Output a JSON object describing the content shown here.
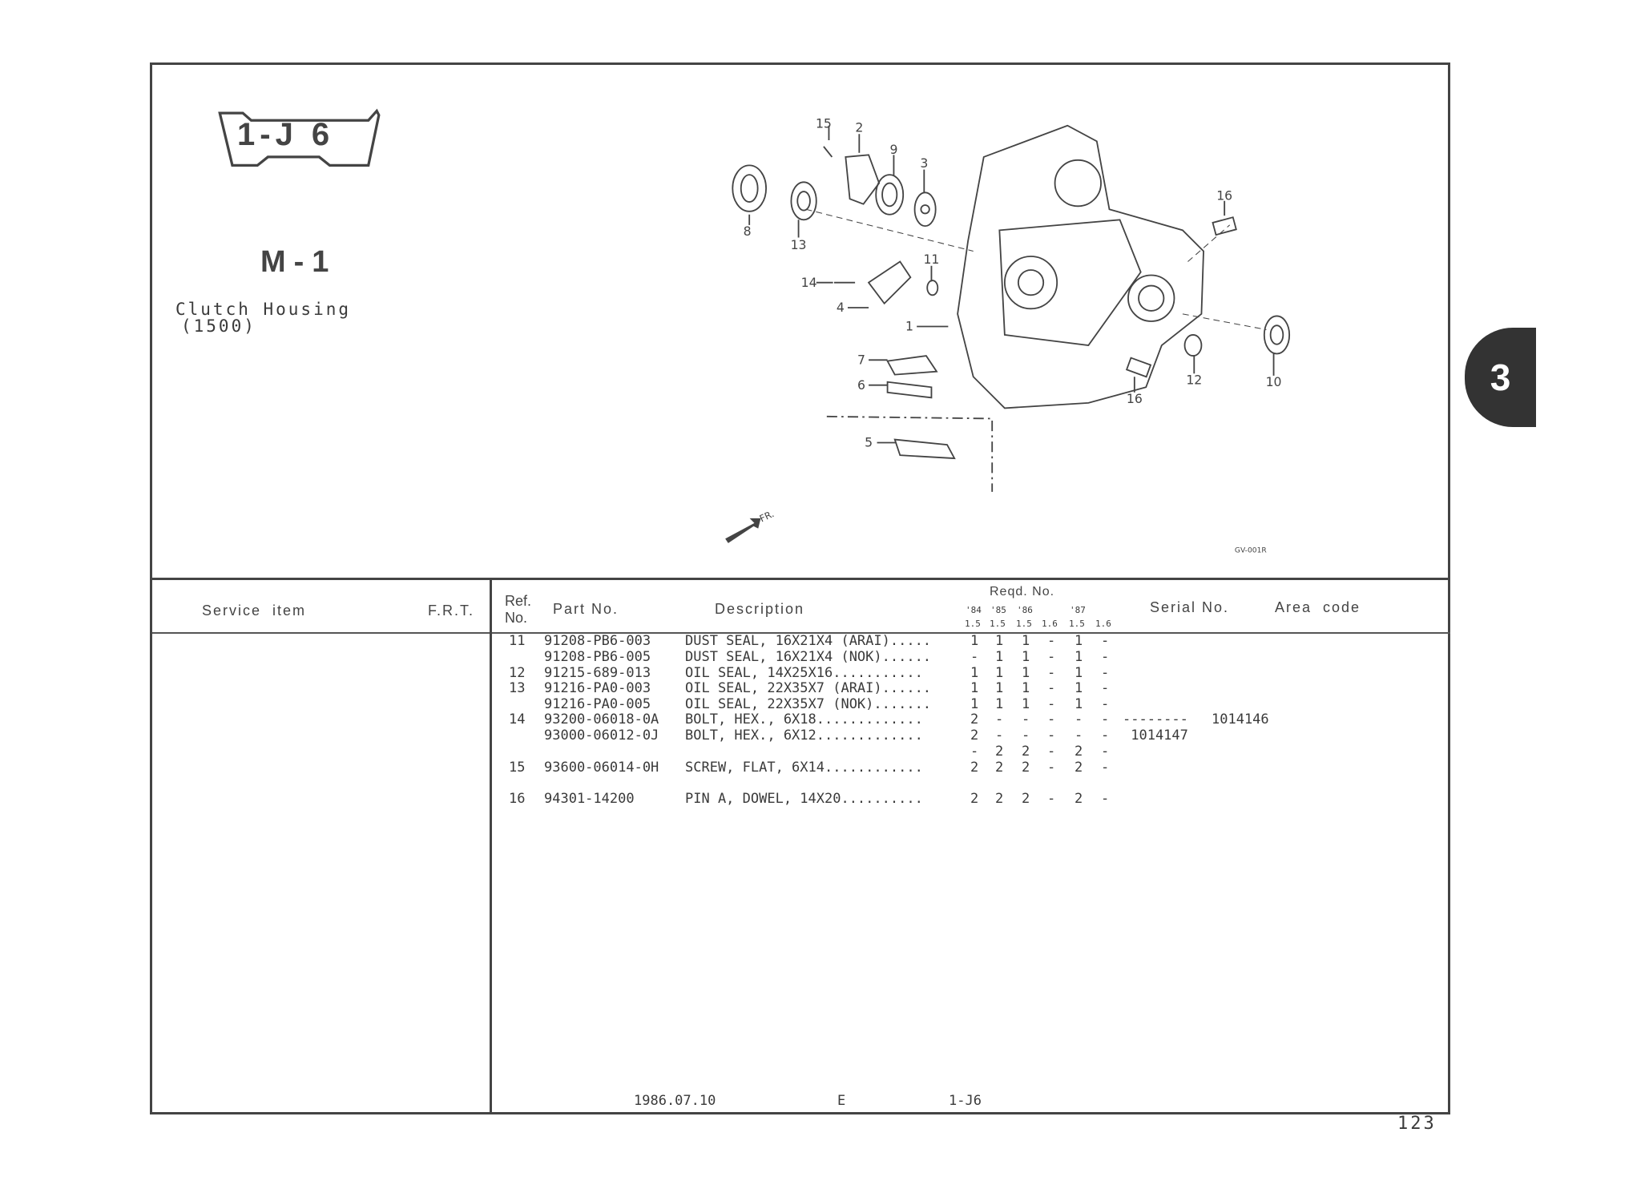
{
  "header": {
    "section_code": "1-J 6",
    "group": "M-1",
    "title": "Clutch Housing",
    "subtitle": "(1500)",
    "chapter_tab": "3"
  },
  "diagram": {
    "callouts": [
      "15",
      "2",
      "9",
      "3",
      "16",
      "8",
      "13",
      "11",
      "14",
      "4",
      "1",
      "7",
      "6",
      "12",
      "10",
      "16",
      "5"
    ],
    "front_label": "FR.",
    "figure_code": "GV-001R"
  },
  "table": {
    "headers": {
      "service_item": "Service  item",
      "frt": "F.R.T.",
      "ref": "Ref.",
      "ref2": "No.",
      "part_no": "Part No.",
      "description": "Description",
      "reqd": "Reqd. No.",
      "years": [
        "'84",
        "'85",
        "'86",
        "",
        "'87",
        ""
      ],
      "engines": [
        "1.5",
        "1.5",
        "1.5",
        "1.6",
        "1.5",
        "1.6"
      ],
      "serial": "Serial No.",
      "area": "Area  code"
    },
    "rows": [
      {
        "ref": "11",
        "part": "91208-PB6-003",
        "desc": "DUST SEAL, 16X21X4 (ARAI).....",
        "q": [
          "1",
          "1",
          "1",
          "-",
          "1",
          "-"
        ],
        "serial": "",
        "serial2": ""
      },
      {
        "ref": "",
        "part": "91208-PB6-005",
        "desc": "DUST SEAL, 16X21X4 (NOK)......",
        "q": [
          "-",
          "1",
          "1",
          "-",
          "1",
          "-"
        ],
        "serial": "",
        "serial2": ""
      },
      {
        "ref": "12",
        "part": "91215-689-013",
        "desc": "OIL SEAL, 14X25X16...........",
        "q": [
          "1",
          "1",
          "1",
          "-",
          "1",
          "-"
        ],
        "serial": "",
        "serial2": ""
      },
      {
        "ref": "13",
        "part": "91216-PA0-003",
        "desc": "OIL SEAL, 22X35X7 (ARAI)......",
        "q": [
          "1",
          "1",
          "1",
          "-",
          "1",
          "-"
        ],
        "serial": "",
        "serial2": ""
      },
      {
        "ref": "",
        "part": "91216-PA0-005",
        "desc": "OIL SEAL, 22X35X7 (NOK).......",
        "q": [
          "1",
          "1",
          "1",
          "-",
          "1",
          "-"
        ],
        "serial": "",
        "serial2": ""
      },
      {
        "ref": "14",
        "part": "93200-06018-0A",
        "desc": "BOLT, HEX., 6X18.............",
        "q": [
          "2",
          "-",
          "-",
          "-",
          "-",
          "-"
        ],
        "serial": "--------",
        "serial2": "1014146"
      },
      {
        "ref": "",
        "part": "93000-06012-0J",
        "desc": "BOLT, HEX., 6X12.............",
        "q": [
          "2",
          "-",
          "-",
          "-",
          "-",
          "-"
        ],
        "serial": " 1014147",
        "serial2": ""
      },
      {
        "ref": "",
        "part": "",
        "desc": "",
        "q": [
          "-",
          "2",
          "2",
          "-",
          "2",
          "-"
        ],
        "serial": "",
        "serial2": ""
      },
      {
        "ref": "15",
        "part": "93600-06014-0H",
        "desc": "SCREW, FLAT, 6X14............",
        "q": [
          "2",
          "2",
          "2",
          "-",
          "2",
          "-"
        ],
        "serial": "",
        "serial2": ""
      },
      {
        "ref": "16",
        "part": "94301-14200",
        "desc": "PIN A, DOWEL, 14X20..........",
        "q": [
          "2",
          "2",
          "2",
          "-",
          "2",
          "-"
        ],
        "serial": "",
        "serial2": ""
      }
    ]
  },
  "footer": {
    "date": "1986.07.10",
    "lang": "E",
    "code": "1-J6",
    "page": "123"
  }
}
